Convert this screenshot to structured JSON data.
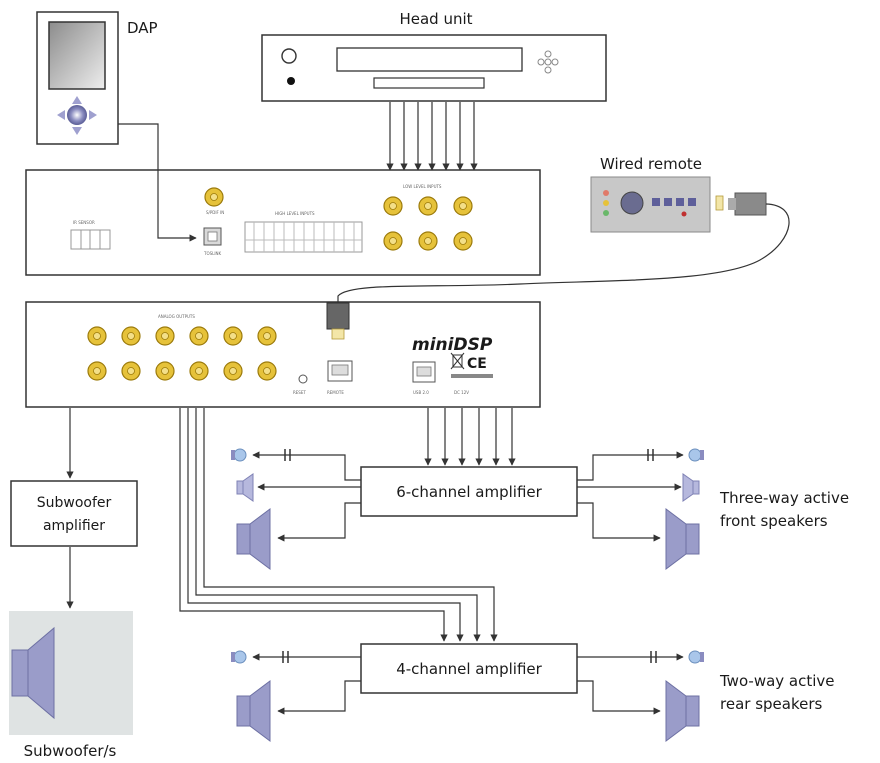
{
  "labels": {
    "dap": "DAP",
    "head_unit": "Head unit",
    "wired_remote": "Wired remote",
    "six_channel_amp": "6-channel amplifier",
    "four_channel_amp": "4-channel amplifier",
    "sub_amp_line1": "Subwoofer",
    "sub_amp_line2": "amplifier",
    "subwoofers": "Subwoofer/s",
    "front_line1": "Three-way active",
    "front_line2": "front speakers",
    "rear_line1": "Two-way active",
    "rear_line2": "rear speakers",
    "brand": "miniDSP",
    "ce_mark": "CE"
  },
  "colors": {
    "rca_gold": "#e6c23a",
    "speaker_purple": "#9a9cc9",
    "tweeter_blue": "#a9c6ea",
    "remote_panel": "#c8c8c8",
    "sub_box": "#dfe3e3"
  }
}
